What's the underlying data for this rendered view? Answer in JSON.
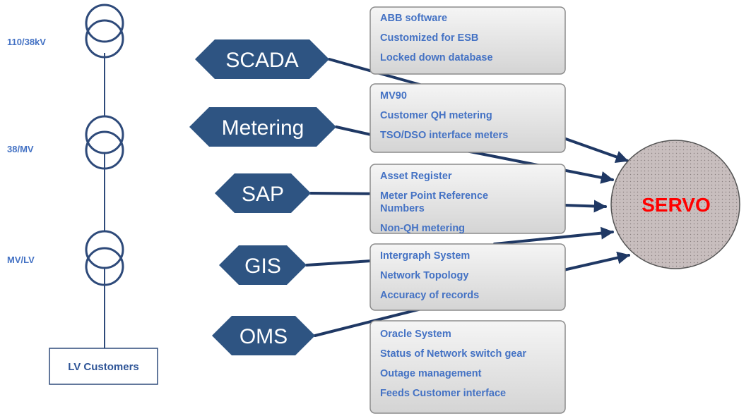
{
  "voltage_levels": [
    "110/38kV",
    "38/MV",
    "MV/LV"
  ],
  "lv_customers": "LV Customers",
  "systems": [
    {
      "name": "SCADA",
      "details": [
        "ABB software",
        "Customized for ESB",
        "Locked down database"
      ]
    },
    {
      "name": "Metering",
      "details": [
        "MV90",
        "Customer QH metering",
        "TSO/DSO interface meters"
      ]
    },
    {
      "name": "SAP",
      "details": [
        "Asset Register",
        "Meter Point Reference",
        "Numbers",
        "Non-QH metering"
      ]
    },
    {
      "name": "GIS",
      "details": [
        "Intergraph System",
        "Network Topology",
        "Accuracy of records"
      ]
    },
    {
      "name": "OMS",
      "details": [
        "Oracle System",
        "Status of Network switch gear",
        "Outage management",
        "Feeds Customer interface"
      ]
    }
  ],
  "target": "SERVO",
  "colors": {
    "hexagon": "#2e5482",
    "connector": "#1f3864",
    "label_blue": "#4472c4",
    "box_border": "#8c8c8c",
    "servo_fill": "#c8bebe",
    "servo_text": "#ff0000"
  }
}
